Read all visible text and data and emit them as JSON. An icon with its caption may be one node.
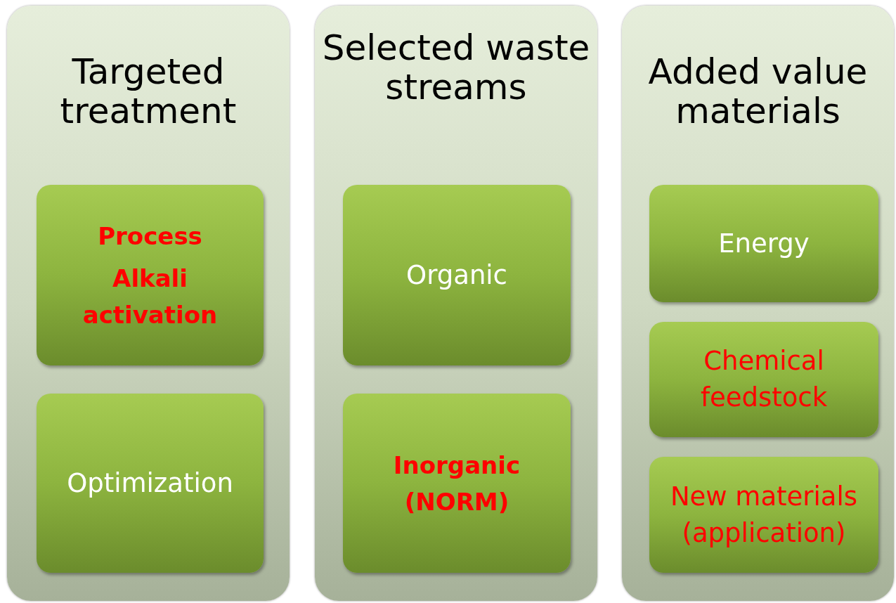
{
  "diagram": {
    "nodes": [
      {
        "text": [
          "Targeted treatment"
        ]
      },
      {
        "text": [
          "Process",
          "Alkali activation"
        ],
        "in": 0
      },
      {
        "text": [
          "Optimization"
        ],
        "in": 0
      },
      {
        "text": [
          "Selected waste streams"
        ]
      },
      {
        "text": [
          "Organic"
        ],
        "in": 3
      },
      {
        "text": [
          "Inorganic (NORM)"
        ],
        "in": 3
      },
      {
        "text": [
          "Added value materials"
        ]
      },
      {
        "text": [
          "Energy"
        ],
        "in": 6
      },
      {
        "text": [
          "Chemical feedstock"
        ],
        "in": 6
      },
      {
        "text": [
          "New materials (application)"
        ],
        "in": 6
      }
    ]
  }
}
